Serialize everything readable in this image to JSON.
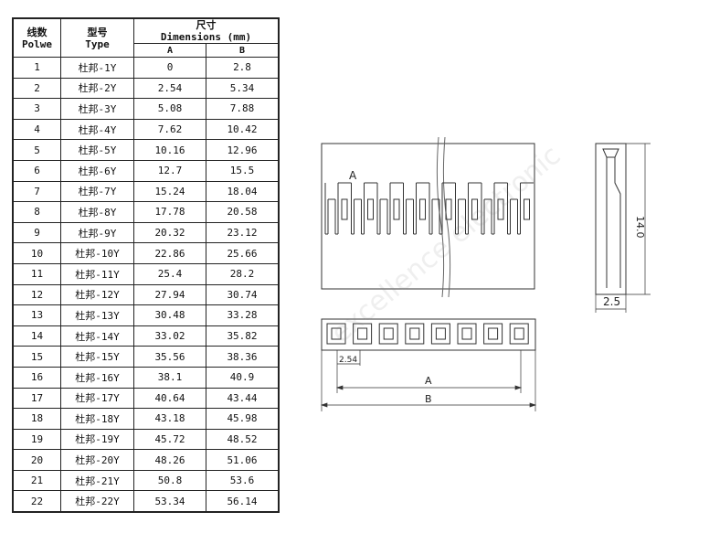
{
  "table": {
    "col_wire_count": {
      "zh": "线数",
      "en": "Polwe"
    },
    "col_type": {
      "zh": "型号",
      "en": "Type"
    },
    "col_dimensions": {
      "zh": "尺寸",
      "en": "Dimensions (mm)"
    },
    "col_a": "A",
    "col_b": "B",
    "rows": [
      {
        "n": "1",
        "type": "杜邦-1Y",
        "a": "0",
        "b": "2.8"
      },
      {
        "n": "2",
        "type": "杜邦-2Y",
        "a": "2.54",
        "b": "5.34"
      },
      {
        "n": "3",
        "type": "杜邦-3Y",
        "a": "5.08",
        "b": "7.88"
      },
      {
        "n": "4",
        "type": "杜邦-4Y",
        "a": "7.62",
        "b": "10.42"
      },
      {
        "n": "5",
        "type": "杜邦-5Y",
        "a": "10.16",
        "b": "12.96"
      },
      {
        "n": "6",
        "type": "杜邦-6Y",
        "a": "12.7",
        "b": "15.5"
      },
      {
        "n": "7",
        "type": "杜邦-7Y",
        "a": "15.24",
        "b": "18.04"
      },
      {
        "n": "8",
        "type": "杜邦-8Y",
        "a": "17.78",
        "b": "20.58"
      },
      {
        "n": "9",
        "type": "杜邦-9Y",
        "a": "20.32",
        "b": "23.12"
      },
      {
        "n": "10",
        "type": "杜邦-10Y",
        "a": "22.86",
        "b": "25.66"
      },
      {
        "n": "11",
        "type": "杜邦-11Y",
        "a": "25.4",
        "b": "28.2"
      },
      {
        "n": "12",
        "type": "杜邦-12Y",
        "a": "27.94",
        "b": "30.74"
      },
      {
        "n": "13",
        "type": "杜邦-13Y",
        "a": "30.48",
        "b": "33.28"
      },
      {
        "n": "14",
        "type": "杜邦-14Y",
        "a": "33.02",
        "b": "35.82"
      },
      {
        "n": "15",
        "type": "杜邦-15Y",
        "a": "35.56",
        "b": "38.36"
      },
      {
        "n": "16",
        "type": "杜邦-16Y",
        "a": "38.1",
        "b": "40.9"
      },
      {
        "n": "17",
        "type": "杜邦-17Y",
        "a": "40.64",
        "b": "43.44"
      },
      {
        "n": "18",
        "type": "杜邦-18Y",
        "a": "43.18",
        "b": "45.98"
      },
      {
        "n": "19",
        "type": "杜邦-19Y",
        "a": "45.72",
        "b": "48.52"
      },
      {
        "n": "20",
        "type": "杜邦-20Y",
        "a": "48.26",
        "b": "51.06"
      },
      {
        "n": "21",
        "type": "杜邦-21Y",
        "a": "50.8",
        "b": "53.6"
      },
      {
        "n": "22",
        "type": "杜邦-22Y",
        "a": "53.34",
        "b": "56.14"
      }
    ]
  },
  "drawing": {
    "front_label": "A",
    "side_height": "14.0",
    "side_width": "2.5",
    "pitch": "2.54",
    "dim_a": "A",
    "dim_b": "B",
    "pin_count": 8
  },
  "watermark": "excellence electronic"
}
